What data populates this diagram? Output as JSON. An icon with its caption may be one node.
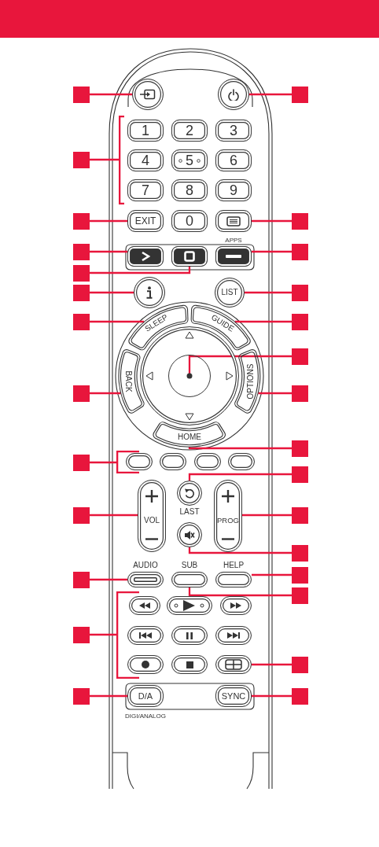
{
  "diagram": {
    "nodes": [
      {
        "text": [],
        "shape": "box"
      },
      {
        "text": [],
        "shape": "circle"
      },
      {
        "text": [],
        "shape": "circle"
      },
      {
        "text": [],
        "shape": "box"
      },
      {
        "text": [],
        "shape": "box"
      },
      {
        "text": [
          "1"
        ]
      },
      {
        "text": [
          "2"
        ]
      },
      {
        "text": [
          "3"
        ]
      },
      {
        "text": [
          "4"
        ]
      },
      {
        "text": [
          "5"
        ]
      },
      {
        "text": [
          "6"
        ]
      },
      {
        "text": [
          "7"
        ]
      },
      {
        "text": [
          "8"
        ]
      },
      {
        "text": [
          "9"
        ]
      },
      {
        "text": [],
        "shape": "box"
      },
      {
        "text": [
          "EXIT"
        ]
      },
      {
        "text": [
          "0"
        ]
      },
      {
        "text": [],
        "shape": "box"
      },
      {
        "text": [],
        "shape": "box"
      },
      {
        "text": [],
        "shape": "box"
      },
      {
        "text": [],
        "shape": "box"
      },
      {
        "text": [],
        "shape": "box"
      },
      {
        "text": [],
        "shape": "box",
        "beside": [
          "APPS"
        ]
      },
      {
        "text": [],
        "shape": "box"
      },
      {
        "text": [],
        "shape": "box"
      },
      {
        "text": [],
        "shape": "box"
      },
      {
        "text": [],
        "shape": "circle"
      },
      {
        "text": [
          "LIST"
        ]
      },
      {
        "text": [],
        "shape": "box"
      },
      {
        "text": [],
        "shape": "box"
      },
      {
        "text": [
          "SLEEP"
        ]
      },
      {
        "text": [
          "GUIDE"
        ]
      },
      {
        "text": [],
        "shape": "box"
      },
      {
        "text": [],
        "shape": "box"
      },
      {
        "text": [],
        "shape": "circle"
      },
      {
        "text": [],
        "shape": "circle",
        "in": 34
      },
      {
        "text": [],
        "shape": "box"
      },
      {
        "text": [
          "BACK"
        ]
      },
      {
        "text": [
          "OPTIONS"
        ]
      },
      {
        "text": [],
        "shape": "box"
      },
      {
        "text": [
          "HOME"
        ]
      },
      {
        "text": [],
        "shape": "box"
      },
      {
        "text": [],
        "shape": "box"
      },
      {
        "text": [],
        "shape": "box"
      },
      {
        "text": [],
        "shape": "box"
      },
      {
        "text": [],
        "shape": "box"
      },
      {
        "text": [],
        "shape": "box"
      },
      {
        "text": [],
        "shape": "circle",
        "beside": [
          "LAST"
        ]
      },
      {
        "text": [],
        "shape": "box"
      },
      {
        "text": [],
        "shape": "box"
      },
      {
        "text": [
          "VOL"
        ]
      },
      {
        "text": [
          "PROG"
        ]
      },
      {
        "text": [],
        "shape": "box"
      },
      {
        "text": [],
        "shape": "circle"
      },
      {
        "text": [],
        "shape": "box"
      },
      {
        "text": [],
        "shape": "box",
        "beside": [
          "AUDIO"
        ]
      },
      {
        "text": [],
        "shape": "box",
        "beside": [
          "SUB"
        ]
      },
      {
        "text": [],
        "shape": "box",
        "beside": [
          "HELP"
        ]
      },
      {
        "text": [],
        "shape": "box"
      },
      {
        "text": [],
        "shape": "box"
      },
      {
        "text": [],
        "shape": "box"
      },
      {
        "text": [],
        "shape": "box"
      },
      {
        "text": [],
        "shape": "box"
      },
      {
        "text": [],
        "shape": "box"
      },
      {
        "text": [],
        "shape": "box"
      },
      {
        "text": [],
        "shape": "box"
      },
      {
        "text": [],
        "shape": "box"
      },
      {
        "text": [],
        "shape": "box"
      },
      {
        "text": [],
        "shape": "box"
      },
      {
        "text": [],
        "shape": "box"
      },
      {
        "text": [],
        "shape": "box"
      },
      {
        "text": [],
        "shape": "box"
      },
      {
        "text": [],
        "shape": "box"
      },
      {
        "text": [
          "D/A"
        ],
        "beside": [
          "DIGI/ANALOG"
        ]
      },
      {
        "text": [
          "SYNC"
        ]
      },
      {
        "text": [],
        "shape": "box"
      },
      {
        "text": [],
        "shape": "bracket"
      },
      {
        "text": [],
        "shape": "bracket"
      },
      {
        "text": [],
        "shape": "bracket"
      }
    ],
    "edges": [
      {
        "from": 0,
        "to": 1,
        "arrow": "none"
      },
      {
        "from": 3,
        "to": 2,
        "arrow": "none"
      },
      {
        "from": 4,
        "to": 76,
        "arrow": "none"
      },
      {
        "from": 14,
        "to": 15,
        "arrow": "none"
      },
      {
        "from": 18,
        "to": 17,
        "arrow": "none"
      },
      {
        "from": 19,
        "to": 20,
        "arrow": "none"
      },
      {
        "from": 23,
        "to": 22,
        "arrow": "none"
      },
      {
        "from": 24,
        "to": 21,
        "arrow": "none"
      },
      {
        "from": 25,
        "to": 26,
        "arrow": "none"
      },
      {
        "from": 28,
        "to": 27,
        "arrow": "none"
      },
      {
        "from": 29,
        "to": 30,
        "arrow": "none"
      },
      {
        "from": 32,
        "to": 31,
        "arrow": "none"
      },
      {
        "from": 33,
        "to": 35,
        "arrow": "none"
      },
      {
        "from": 36,
        "to": 37,
        "arrow": "none"
      },
      {
        "from": 39,
        "to": 38,
        "arrow": "none"
      },
      {
        "from": 41,
        "to": 40,
        "arrow": "none"
      },
      {
        "from": 42,
        "to": 77,
        "arrow": "none"
      },
      {
        "from": 48,
        "to": 47,
        "arrow": "none"
      },
      {
        "from": 49,
        "to": 50,
        "arrow": "none"
      },
      {
        "from": 52,
        "to": 51,
        "arrow": "none"
      },
      {
        "from": 54,
        "to": 53,
        "arrow": "none"
      },
      {
        "from": 58,
        "to": 55,
        "arrow": "none"
      },
      {
        "from": 59,
        "to": 57,
        "arrow": "none"
      },
      {
        "from": 60,
        "to": 56,
        "arrow": "none"
      },
      {
        "from": 61,
        "to": 78,
        "arrow": "none"
      },
      {
        "from": 71,
        "to": 70,
        "arrow": "none"
      },
      {
        "from": 72,
        "to": 73,
        "arrow": "none"
      },
      {
        "from": 75,
        "to": 74,
        "arrow": "none"
      }
    ]
  }
}
